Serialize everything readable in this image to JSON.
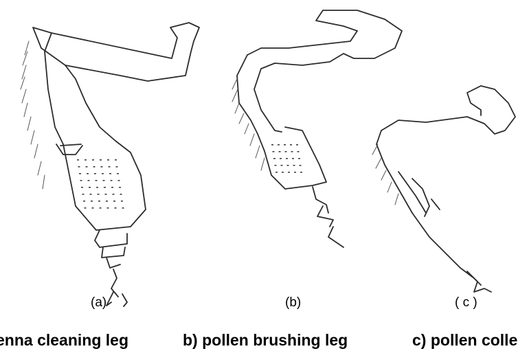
{
  "panels": [
    {
      "label": "(a)",
      "caption": "enna cleaning leg"
    },
    {
      "label": "(b)",
      "caption": "b) pollen brushing leg"
    },
    {
      "label": "( c )",
      "caption": "c) pollen colle"
    }
  ]
}
